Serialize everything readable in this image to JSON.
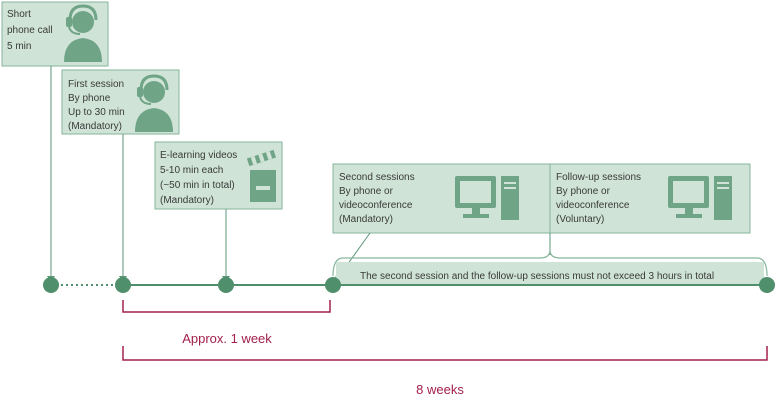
{
  "colors": {
    "box_fill": "#cfe3d6",
    "box_stroke": "#86b69b",
    "icon": "#6fa486",
    "node": "#4f8f6b",
    "line": "#5d9678",
    "bracket": "#a3204a",
    "text": "#3a3a3a"
  },
  "boxes": [
    {
      "name": "box-short-call",
      "icon": "headset-person-icon",
      "lines": [
        "Short",
        "phone call",
        "5 min"
      ]
    },
    {
      "name": "box-first-session",
      "icon": "headset-person-icon",
      "lines": [
        "First session",
        "By phone",
        "Up to 30 min",
        "(Mandatory)"
      ]
    },
    {
      "name": "box-elearning",
      "icon": "clapperboard-icon",
      "lines": [
        "E-learning videos",
        "5-10 min each",
        "(~50 min in total)",
        "(Mandatory)"
      ]
    },
    {
      "name": "box-second-sessions",
      "icon": "computer-icon",
      "lines": [
        "Second sessions",
        "By phone or",
        "videoconference",
        "(Mandatory)"
      ]
    },
    {
      "name": "box-followup-sessions",
      "icon": "computer-icon",
      "lines": [
        "Follow-up sessions",
        "By phone or",
        "videoconference",
        "(Voluntary)"
      ]
    }
  ],
  "span_note": "The second session and the follow-up sessions must not exceed 3 hours in total",
  "brackets": {
    "week1": "Approx. 1 week",
    "weeks8": "8 weeks"
  }
}
